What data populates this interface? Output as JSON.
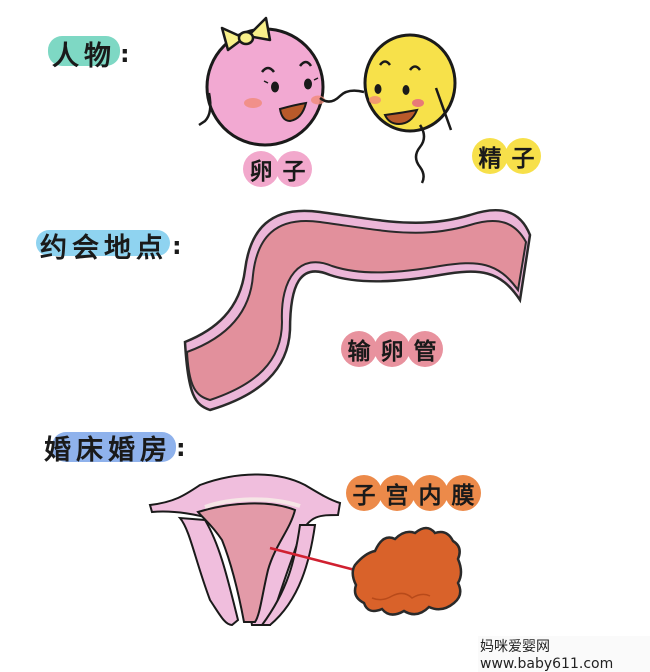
{
  "sections": {
    "characters": {
      "label": "人物",
      "colon": ":",
      "highlight_color": "#7ed8c4",
      "egg": {
        "name": "卵子",
        "chars": [
          "卵",
          "子"
        ],
        "color": "#f0a8d0",
        "bubble_color": "#f2a8cc"
      },
      "sperm": {
        "name": "精子",
        "chars": [
          "精",
          "子"
        ],
        "color": "#f7e14a",
        "bubble_color": "#f7e04a"
      }
    },
    "date_location": {
      "label": "约会地点",
      "colon": ":",
      "highlight_color": "#8fd3f0",
      "place": {
        "name": "输卵管",
        "chars": [
          "输",
          "卵",
          "管"
        ],
        "tube_outer": "#ecb6d8",
        "tube_inner": "#e2909c",
        "bubble_color": "#e8929e"
      }
    },
    "wedding_room": {
      "label": "婚床婚房",
      "colon": ":",
      "highlight_color": "#8fb2ec",
      "place": {
        "name": "子宫内膜",
        "chars": [
          "子",
          "宫",
          "内",
          "膜"
        ],
        "bubble_color": "#ec8a4a",
        "tissue_color": "#d9622a",
        "uterus_outer": "#f0bedd",
        "uterus_inner": "#e39aa8",
        "pointer_color": "#d02030"
      }
    }
  },
  "watermark": "妈咪爱婴网 www.baby611.com"
}
